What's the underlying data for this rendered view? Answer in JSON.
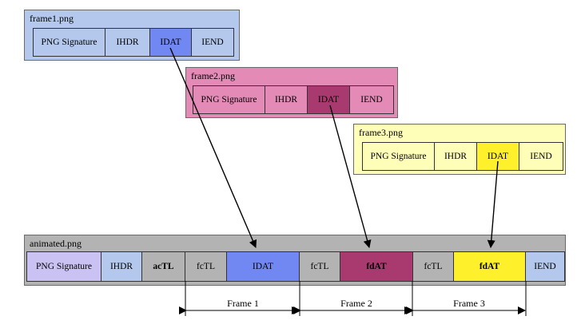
{
  "frame1": {
    "title": "frame1.png",
    "chunks": [
      {
        "label": "PNG Signature",
        "color": "#b3c8ec"
      },
      {
        "label": "IHDR",
        "color": "#b3c8ec"
      },
      {
        "label": "IDAT",
        "color": "#7188f2"
      },
      {
        "label": "IEND",
        "color": "#b3c8ec"
      }
    ]
  },
  "frame2": {
    "title": "frame2.png",
    "chunks": [
      {
        "label": "PNG Signature",
        "color": "#e48ab6"
      },
      {
        "label": "IHDR",
        "color": "#e48ab6"
      },
      {
        "label": "IDAT",
        "color": "#a83a70"
      },
      {
        "label": "IEND",
        "color": "#e48ab6"
      }
    ]
  },
  "frame3": {
    "title": "frame3.png",
    "chunks": [
      {
        "label": "PNG Signature",
        "color": "#fffeb8"
      },
      {
        "label": "IHDR",
        "color": "#fffeb8"
      },
      {
        "label": "IDAT",
        "color": "#fff02c"
      },
      {
        "label": "IEND",
        "color": "#fffeb8"
      }
    ]
  },
  "animated": {
    "title": "animated.png",
    "chunks": [
      {
        "label": "PNG Signature",
        "color": "#c9c2f2"
      },
      {
        "label": "IHDR",
        "color": "#b3c8ec"
      },
      {
        "label": "acTL",
        "color": "#b3b3b3"
      },
      {
        "label": "fcTL",
        "color": "#b3b3b3"
      },
      {
        "label": "IDAT",
        "color": "#7188f2"
      },
      {
        "label": "fcTL",
        "color": "#b3b3b3"
      },
      {
        "label": "fdAT",
        "color": "#a83a70"
      },
      {
        "label": "fcTL",
        "color": "#b3b3b3"
      },
      {
        "label": "fdAT",
        "color": "#fff02c"
      },
      {
        "label": "IEND",
        "color": "#b3c8ec"
      }
    ]
  },
  "frames": [
    "Frame 1",
    "Frame 2",
    "Frame 3"
  ]
}
